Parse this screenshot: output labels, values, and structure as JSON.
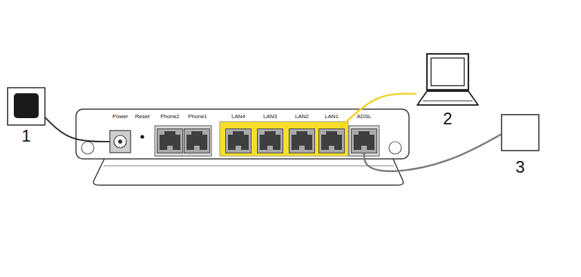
{
  "diagram": {
    "nodes": [
      {
        "text": [
          "1"
        ]
      },
      {
        "text": [
          "Power"
        ]
      },
      {
        "text": [
          "LAN1"
        ]
      },
      {
        "text": [
          "ADSL"
        ]
      },
      {
        "text": [
          "2"
        ]
      },
      {
        "text": [
          "3"
        ]
      }
    ],
    "edges": [
      {
        "from": 0,
        "to": 1,
        "arrow": "none"
      },
      {
        "from": 4,
        "to": 2,
        "arrow": "none"
      },
      {
        "from": 5,
        "to": 3,
        "arrow": "none"
      }
    ],
    "labels": [
      "Reset",
      "Phone2",
      "Phone1",
      "LAN4",
      "LAN3",
      "LAN2"
    ]
  }
}
